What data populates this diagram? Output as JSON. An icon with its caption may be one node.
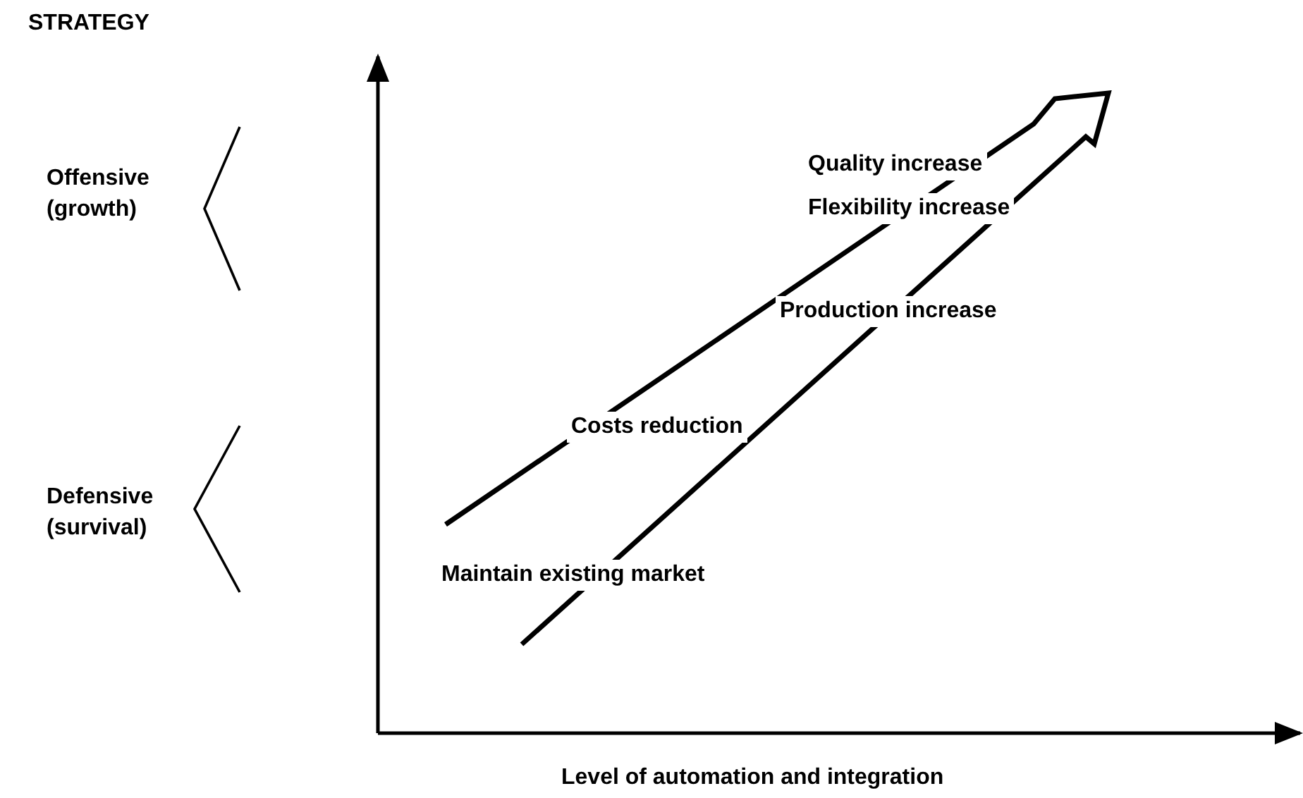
{
  "diagram": {
    "labels": [
      "STRATEGY",
      "Offensive (growth)",
      "Defensive (survival)",
      "Quality increase",
      "Flexibility increase",
      "Production increase",
      "Costs reduction",
      "Maintain existing market",
      "Level of automation and integration"
    ]
  }
}
